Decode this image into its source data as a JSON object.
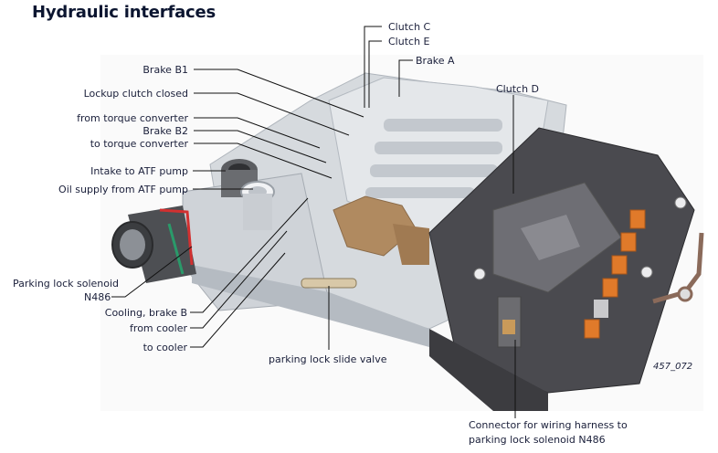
{
  "title": "Hydraulic interfaces",
  "figure_number": "457_072",
  "labels": {
    "clutch_c": "Clutch C",
    "clutch_e": "Clutch E",
    "brake_a": "Brake A",
    "clutch_d": "Clutch D",
    "brake_b1": "Brake B1",
    "lockup_clutch_closed": "Lockup clutch closed",
    "from_torque_converter": "from torque converter",
    "brake_b2": "Brake B2",
    "to_torque_converter": "to torque converter",
    "intake_to_atf_pump": "Intake to ATF pump",
    "oil_supply_from_atf_pump": "Oil supply from ATF pump",
    "parking_lock_solenoid_line1": "Parking lock solenoid",
    "parking_lock_solenoid_line2": "N486",
    "cooling_brake_b": "Cooling, brake B",
    "from_cooler": "from cooler",
    "to_cooler": "to cooler",
    "parking_lock_slide_valve": "parking lock slide valve",
    "connector_line1": "Connector for wiring harness to",
    "connector_line2": "parking lock solenoid N486"
  },
  "colors": {
    "housing_light": "#d9dde2",
    "housing_mid": "#b8bec6",
    "mechatronic_dark": "#4a4a4f",
    "connector_orange": "#e07a2a",
    "bracket_tan": "#b08a60",
    "text": "#1a1f3a"
  }
}
